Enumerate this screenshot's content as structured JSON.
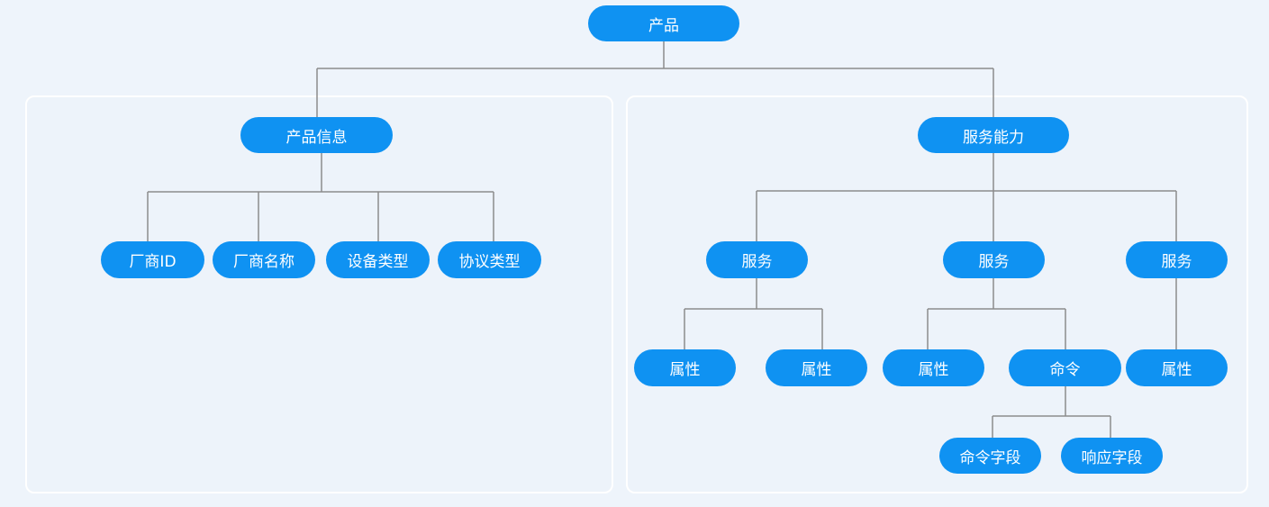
{
  "diagram": {
    "root": "产品",
    "product_info": {
      "title": "产品信息",
      "fields": [
        "厂商ID",
        "厂商名称",
        "设备类型",
        "协议类型"
      ]
    },
    "service_capability": {
      "title": "服务能力",
      "services": [
        {
          "label": "服务",
          "children": [
            "属性",
            "属性"
          ]
        },
        {
          "label": "服务",
          "children": [
            "属性",
            "命令"
          ],
          "command_children": [
            "命令字段",
            "响应字段"
          ]
        },
        {
          "label": "服务",
          "children": [
            "属性"
          ]
        }
      ]
    }
  },
  "colors": {
    "node_fill": "#0f92f2",
    "node_text": "#ffffff",
    "connector": "#8c8c8c",
    "background": "#eef4fb",
    "group_border": "#ffffff"
  }
}
